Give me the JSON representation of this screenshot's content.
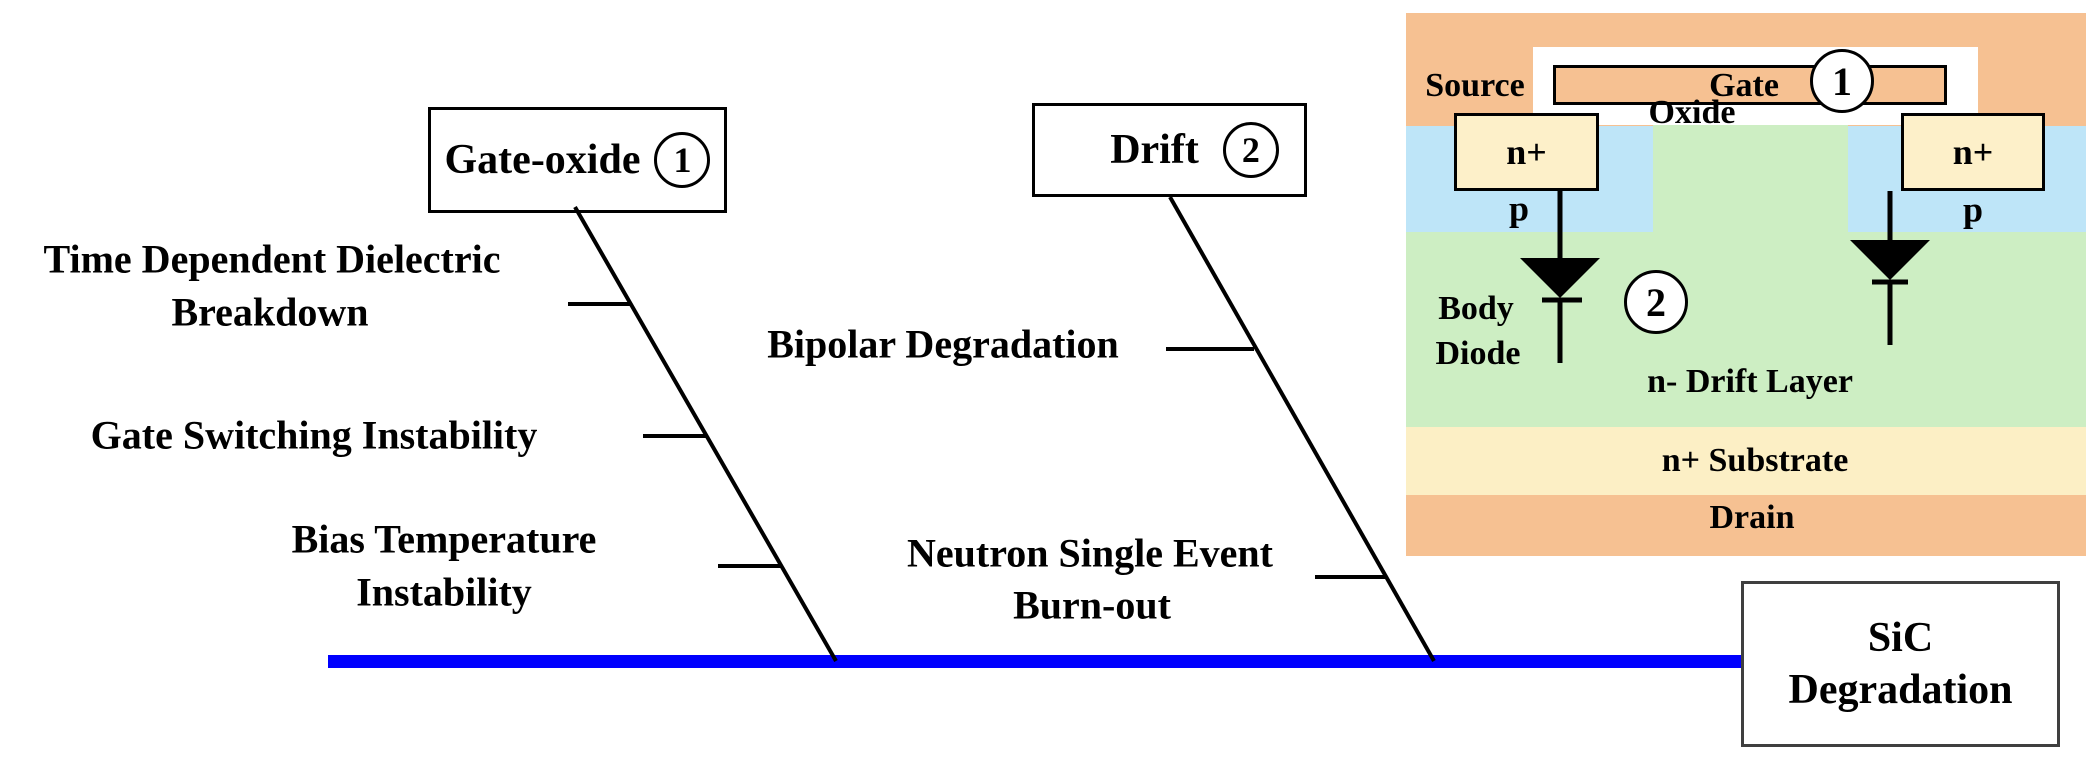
{
  "fishbone": {
    "effect": {
      "line1": "SiC",
      "line2": "Degradation"
    },
    "branch_gate_oxide": {
      "label": "Gate-oxide",
      "number": "1"
    },
    "branch_drift": {
      "label": "Drift",
      "number": "2"
    },
    "causes": {
      "tddb": {
        "line1": "Time Dependent Dielectric",
        "line2": "Breakdown"
      },
      "gsi": {
        "line1": "Gate Switching Instability"
      },
      "bti": {
        "line1": "Bias Temperature",
        "line2": "Instability"
      },
      "bipolar": {
        "line1": "Bipolar Degradation"
      },
      "nseb": {
        "line1": "Neutron Single Event",
        "line2": "Burn-out"
      }
    },
    "spine_color": "#0000FE"
  },
  "mosfet": {
    "labels": {
      "source": "Source",
      "gate": "Gate",
      "oxide": "Oxide",
      "n_plus_left": "n+",
      "n_plus_right": "n+",
      "p_left": "p",
      "p_right": "p",
      "body_line1": "Body",
      "body_line2": "Diode",
      "drift_layer": "n- Drift Layer",
      "substrate": "n+ Substrate",
      "drain": "Drain",
      "marker1": "1",
      "marker2": "2"
    },
    "colors": {
      "metal_orange": "#F6C192",
      "p_well_blue": "#BEE5F8",
      "drift_green": "#CDEEC3",
      "substrate_cream": "#FCEFC5",
      "n_plus_fill": "#FDF0C9",
      "oxide_white": "#FFFFFF"
    }
  }
}
